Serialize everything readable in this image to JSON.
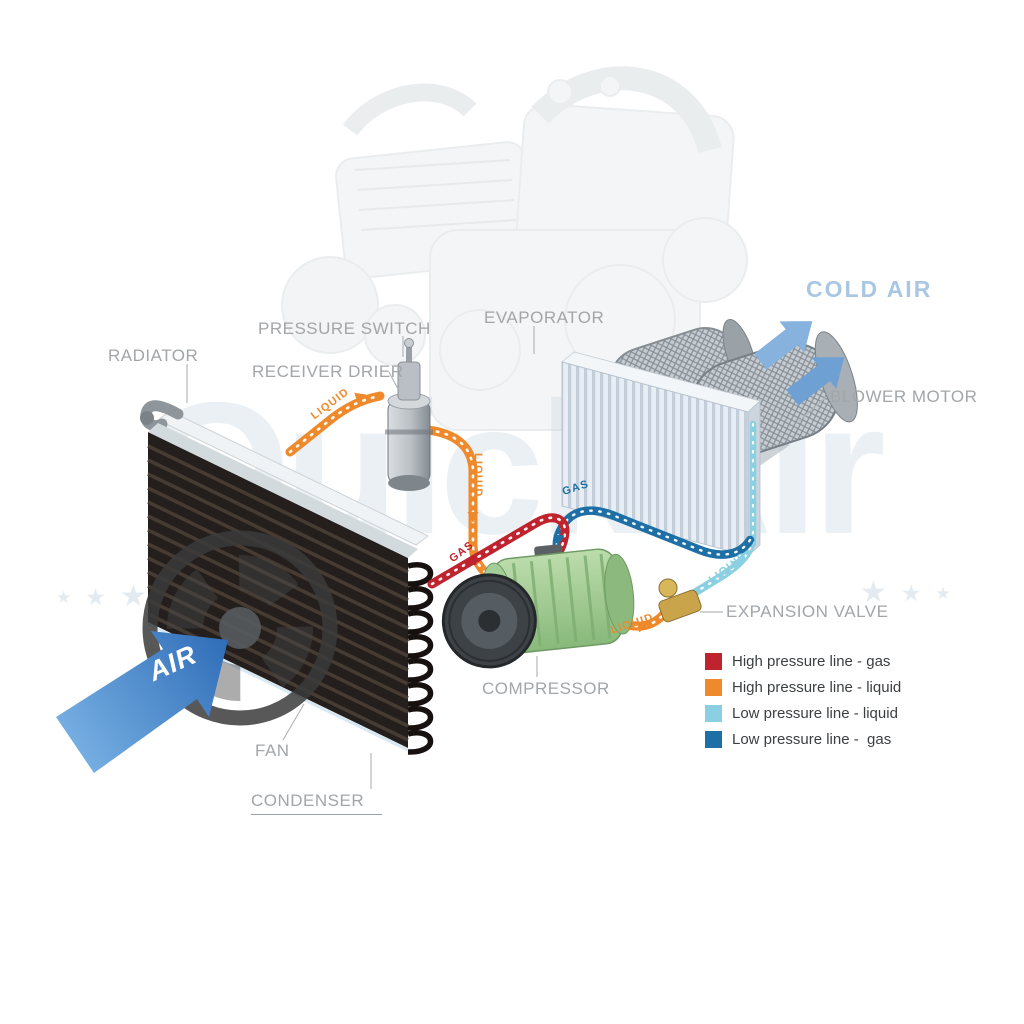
{
  "watermark": {
    "text": "QuickAir",
    "star": "★"
  },
  "header": {
    "cold_air": "COLD AIR",
    "air": "AIR"
  },
  "labels": {
    "radiator": "RADIATOR",
    "pressure_switch": "PRESSURE SWITCH",
    "receiver_drier": "RECEIVER DRIER",
    "evaporator": "EVAPORATOR",
    "blower_motor": "BLOWER MOTOR",
    "expansion_valve": "EXPANSION VALVE",
    "compressor": "COMPRESSOR",
    "fan": "FAN",
    "condenser": "CONDENSER"
  },
  "pipe_labels": {
    "condenser_to_drier": "LIQUID",
    "drier_down": "LIQUID",
    "evaporator_out_gas": "GAS",
    "compressor_out_gas": "GAS",
    "evaporator_in_liquid": "LIQUID",
    "to_expansion_valve": "LIQUID"
  },
  "legend": {
    "items": [
      {
        "label": "High pressure line - gas",
        "color": "#bf232d"
      },
      {
        "label": "High pressure line - liquid",
        "color": "#ee8a2b"
      },
      {
        "label": "Low pressure line - liquid",
        "color": "#8ad0e2"
      },
      {
        "label": "Low pressure line -  gas",
        "color": "#1d6fa5"
      }
    ]
  },
  "colors": {
    "cold_air_text": "#a9c6e2",
    "label_text": "#a2a6a9"
  }
}
